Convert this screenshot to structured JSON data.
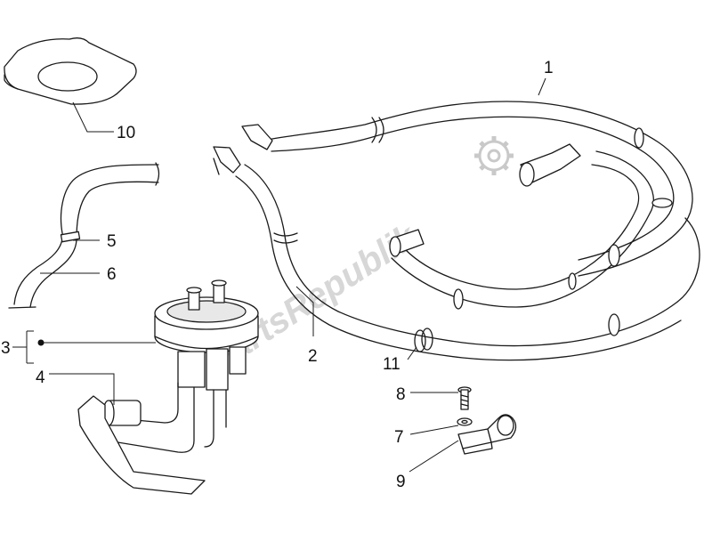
{
  "watermark": {
    "text": "PartsRepublik",
    "color": "#c9c9c9"
  },
  "callouts": [
    "1",
    "2",
    "3",
    "4",
    "5",
    "6",
    "7",
    "8",
    "9",
    "10",
    "11"
  ],
  "colors": {
    "line": "#1a1a1a",
    "shade": "#e8e8e8",
    "background": "#ffffff"
  }
}
